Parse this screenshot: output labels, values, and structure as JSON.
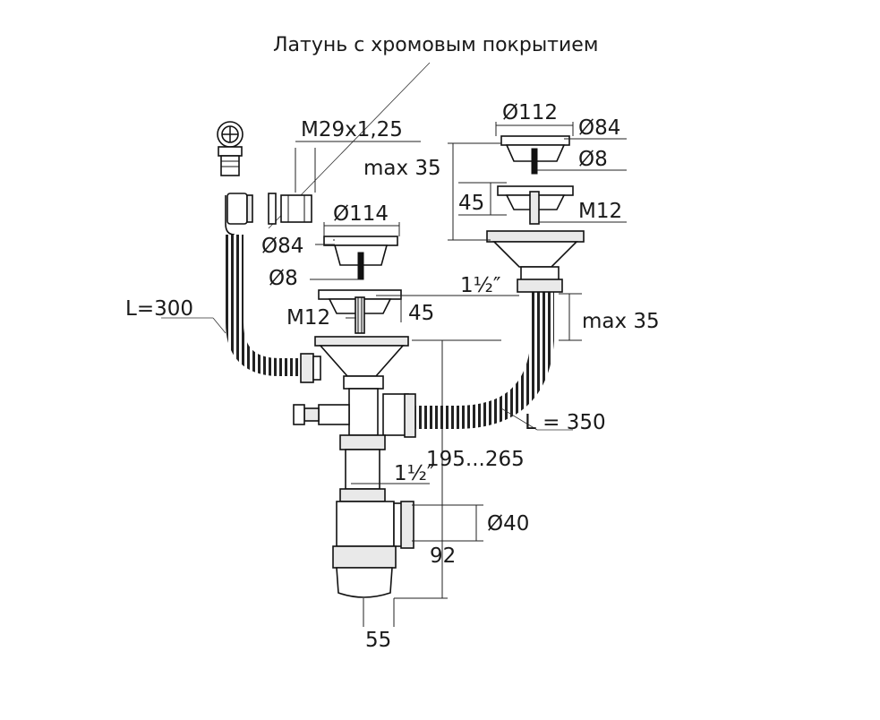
{
  "labels": {
    "title": "Латунь с хромовым покрытием",
    "m29": "M29x1,25",
    "max35_top": "max 35",
    "d112": "Ø112",
    "d84_right": "Ø84",
    "d8_right": "Ø8",
    "h45_right": "45",
    "m12_right": "M12",
    "d114": "Ø114",
    "d84_left": "Ø84",
    "d8_left": "Ø8",
    "thread_upper": "1½″",
    "m12_left": "M12",
    "h45_left": "45",
    "max35_right": "max 35",
    "l300": "L=300",
    "l350": "L = 350",
    "thread_lower": "1½″",
    "h195_265": "195...265",
    "d40": "Ø40",
    "h92": "92",
    "w55": "55"
  }
}
